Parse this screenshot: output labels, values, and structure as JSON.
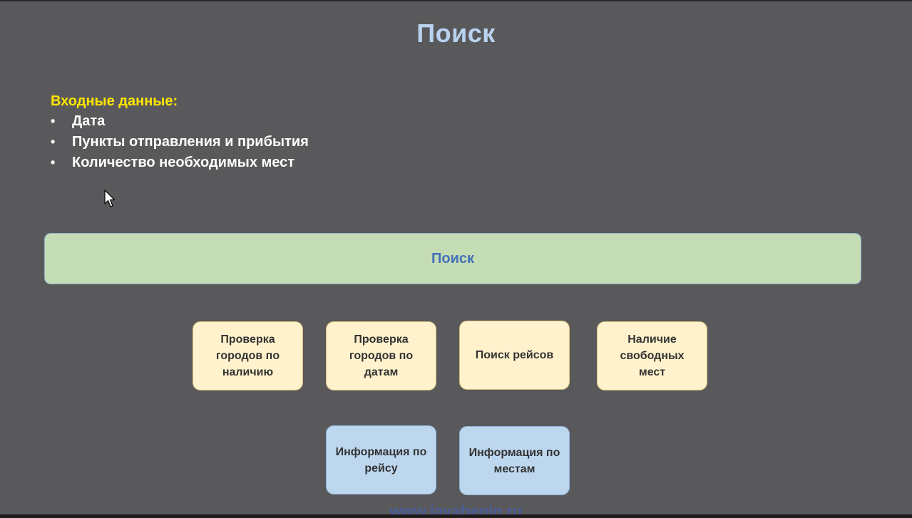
{
  "slide": {
    "title": "Поиск"
  },
  "input_data": {
    "heading": "Входные данные:",
    "items": [
      "Дата",
      "Пункты отправления и прибытия",
      "Количество необходимых мест"
    ]
  },
  "diagram": {
    "main_block": "Поиск",
    "modules": [
      "Проверка городов по наличию",
      "Проверка городов по датам",
      "Поиск рейсов",
      "Наличие свободных мест"
    ],
    "info_blocks": [
      "Информация по рейсу",
      "Информация по местам"
    ]
  },
  "footer": {
    "watermark": "www.javabegin.ru"
  },
  "colors": {
    "background": "#59595c",
    "title": "#b9d3ef",
    "heading": "#ffe600",
    "main_block_fill": "#c5ddb4",
    "main_block_text": "#4470b8",
    "module_fill": "#fff2cc",
    "info_fill": "#bdd7ee"
  },
  "icons": {
    "cursor": "mouse-pointer-icon"
  }
}
